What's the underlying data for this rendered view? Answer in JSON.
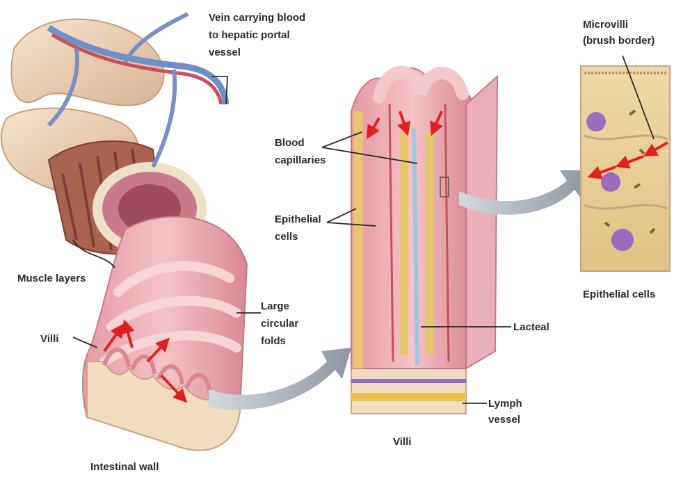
{
  "labels": {
    "vein": [
      "Vein carrying blood",
      "to hepatic portal",
      "vessel"
    ],
    "muscle_layers": "Muscle layers",
    "villi_left": "Villi",
    "large_folds": [
      "Large",
      "circular",
      "folds"
    ],
    "intestinal_wall": "Intestinal wall",
    "blood_capillaries": [
      "Blood",
      "capillaries"
    ],
    "epithelial_cells_mid": [
      "Epithelial",
      "cells"
    ],
    "lacteal": "Lacteal",
    "lymph_vessel": [
      "Lymph",
      "vessel"
    ],
    "villi_caption": "Villi",
    "microvilli": [
      "Microvilli",
      "(brush border)"
    ],
    "epithelial_cells_right": "Epithelial cells"
  },
  "colors": {
    "tissue_pink": "#e8a4ae",
    "tissue_cream": "#f3dcc0",
    "muscle": "#9c5a4e",
    "vein_blue": "#6f8fc9",
    "artery_red": "#c8505c",
    "flow_arrow": "#e02020",
    "connector_arrow": "#9aa3ad",
    "lymph_yellow": "#e8c04a",
    "nucleus": "#9b6bc0"
  }
}
